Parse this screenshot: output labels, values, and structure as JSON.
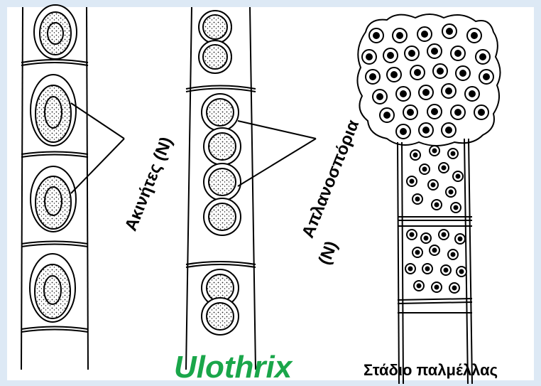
{
  "labels": {
    "akinetes": "Ακινήτες (Ν)",
    "aplanospores_line1": "Απλανοσπόρια",
    "aplanospores_line2": "(Ν)",
    "genus": "Ulothrix",
    "palmella_stage": "Στάδιο παλμέλλας"
  },
  "colors": {
    "background": "#dde9f5",
    "panel": "#ffffff",
    "genus_text": "#1aa64a",
    "ink": "#000000"
  }
}
